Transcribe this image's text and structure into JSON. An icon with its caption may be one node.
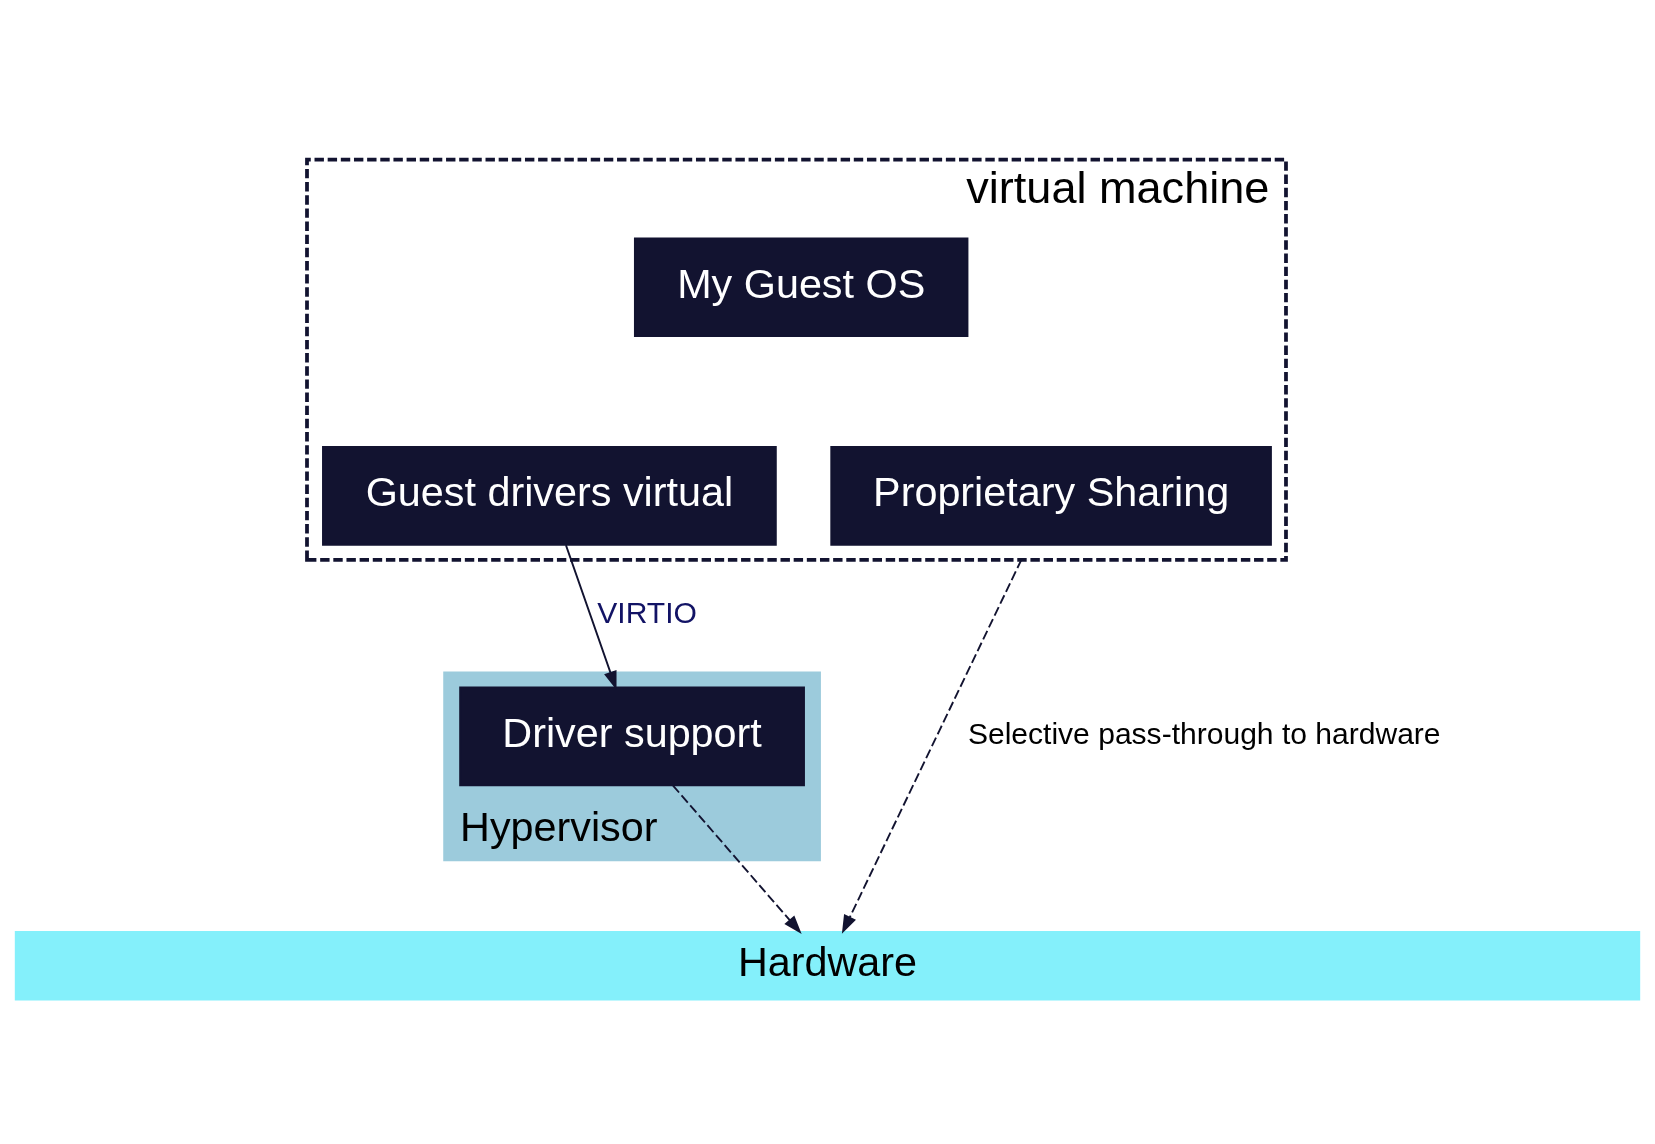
{
  "diagram": {
    "nodes": [
      {
        "text": [
          "virtual machine"
        ]
      },
      {
        "text": [
          "My Guest OS"
        ],
        "in": 0
      },
      {
        "text": [
          "Guest drivers virtual"
        ],
        "in": 0
      },
      {
        "text": [
          "Proprietary Sharing"
        ],
        "in": 0
      },
      {
        "text": [
          "Hypervisor"
        ]
      },
      {
        "text": [
          "Driver support"
        ],
        "in": 4
      },
      {
        "text": [
          "Hardware"
        ]
      }
    ],
    "edges": [
      {
        "from": 2,
        "to": 5,
        "arrow": "to",
        "label": "VIRTIO"
      },
      {
        "from": 5,
        "to": 6,
        "arrow": "to",
        "style": "dashed"
      },
      {
        "from": 0,
        "to": 6,
        "arrow": "to",
        "style": "dashed",
        "label": "Selective pass-through to hardware"
      }
    ]
  }
}
